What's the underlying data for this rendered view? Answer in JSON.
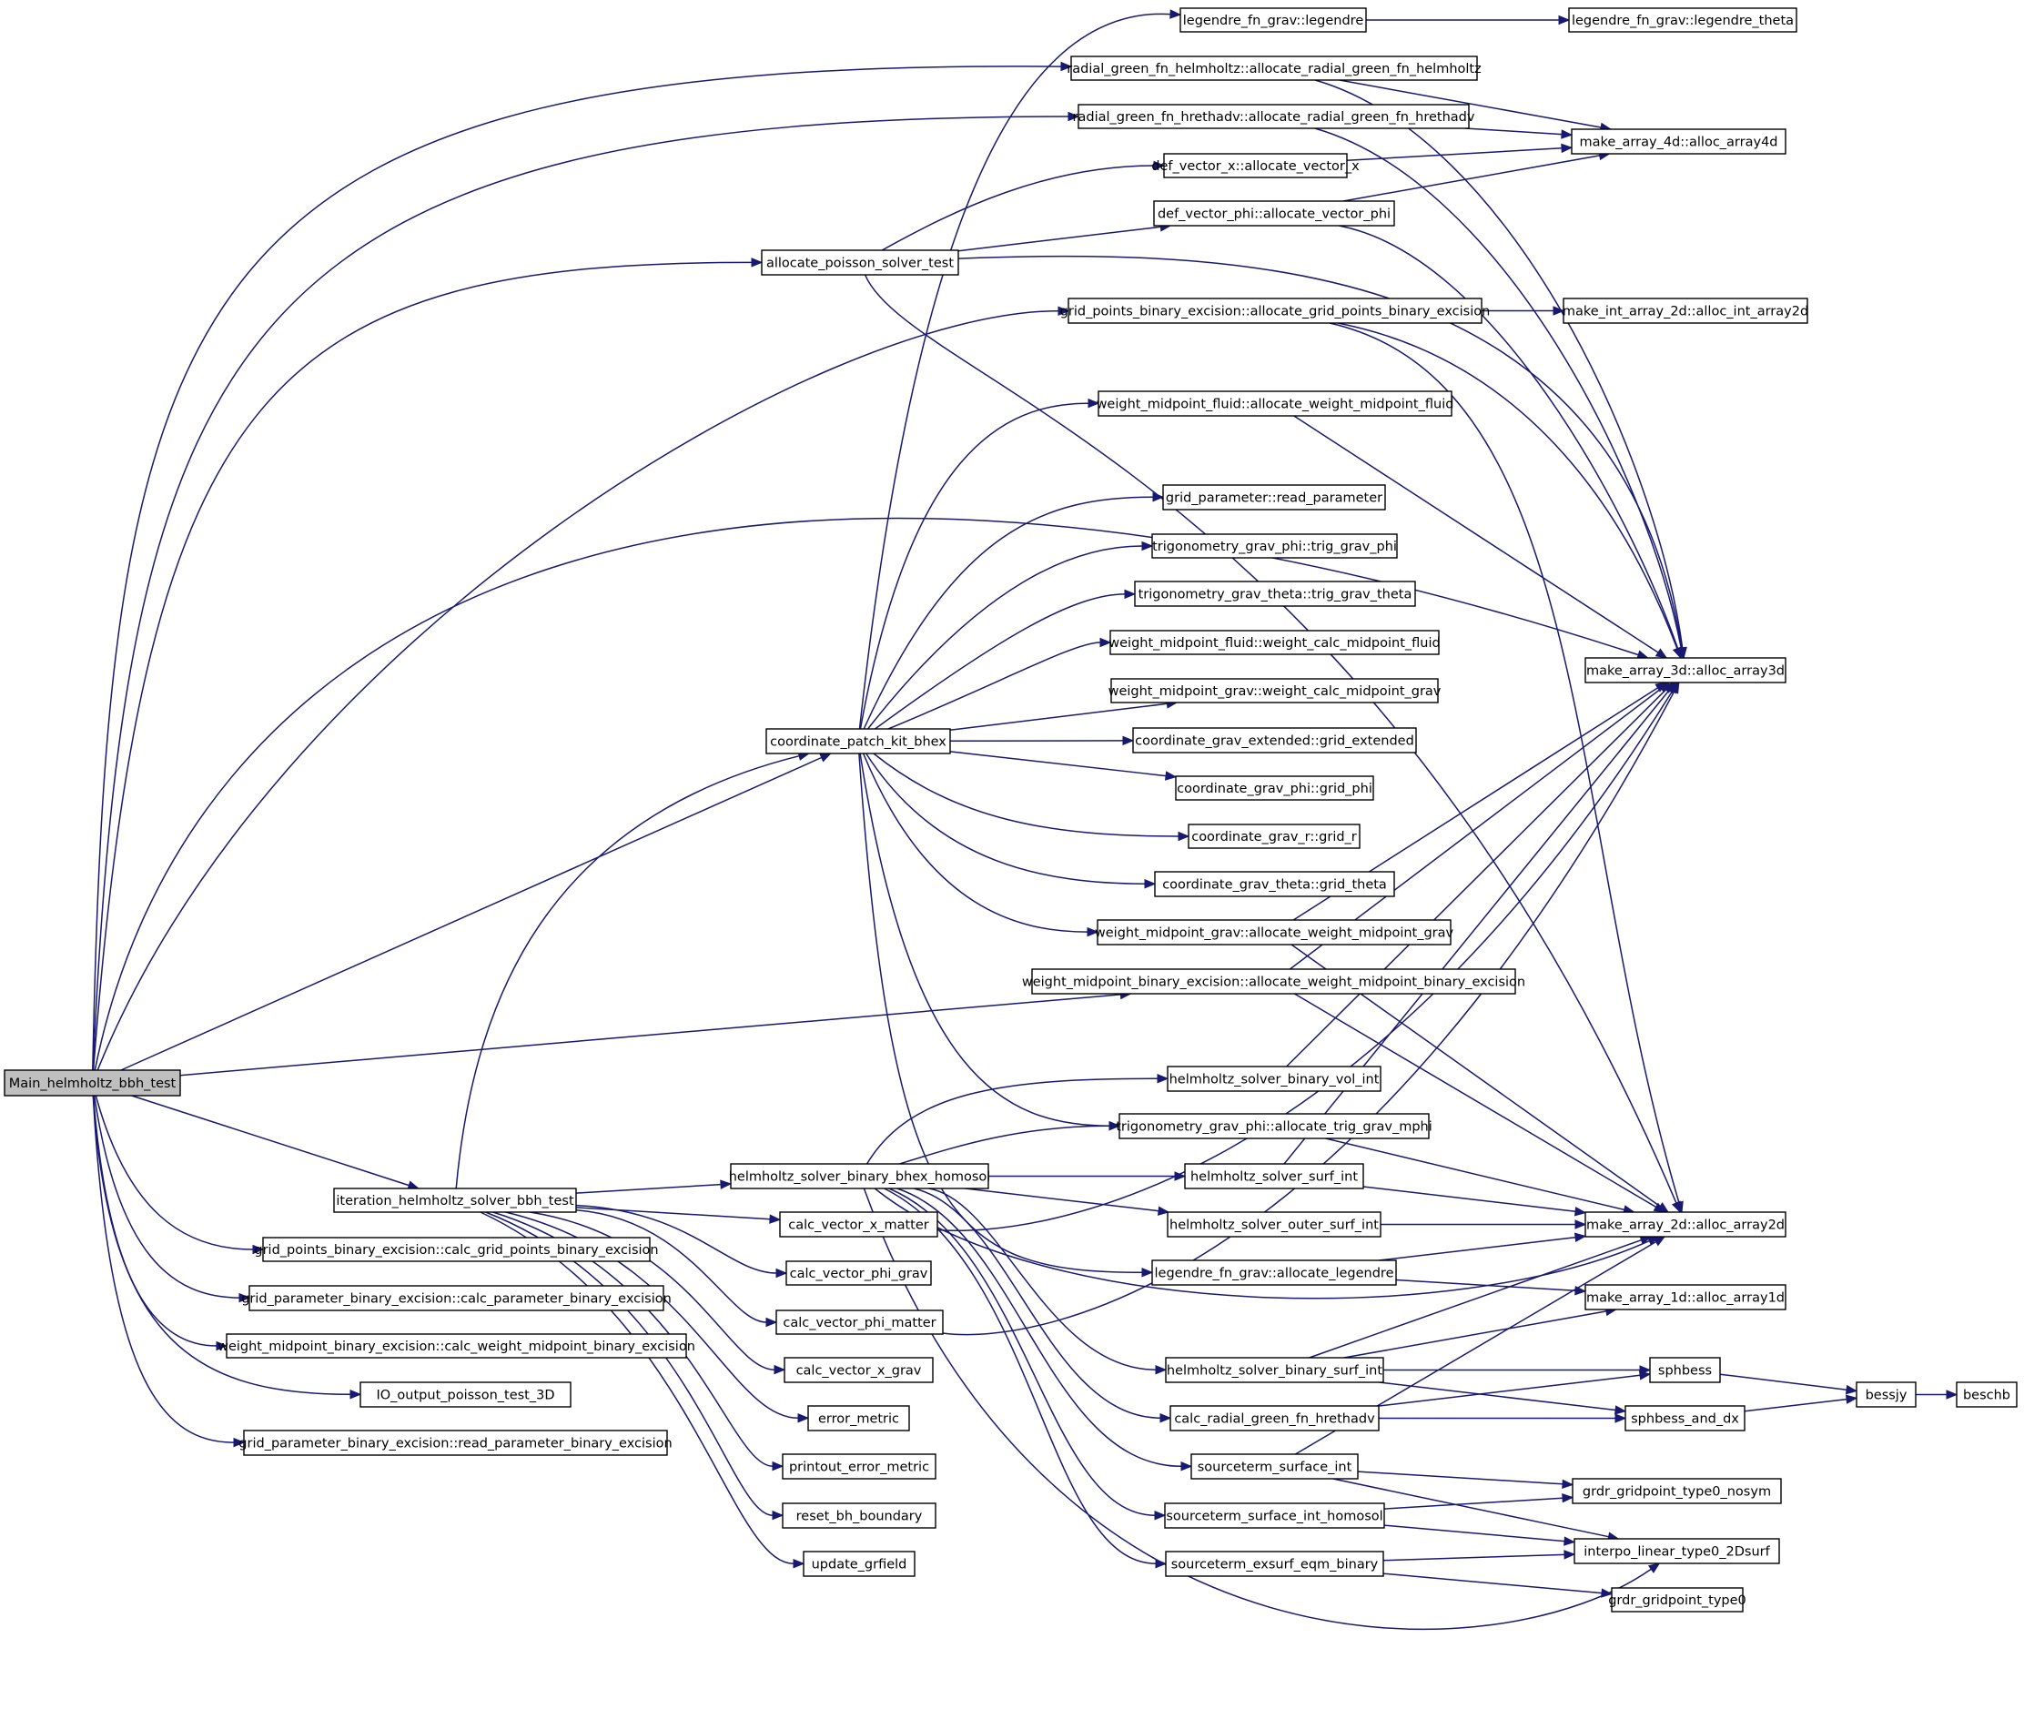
{
  "graph": {
    "nodes": [
      {
        "id": "main",
        "label": "Main_helmholtz_bbh_test",
        "root": true
      },
      {
        "id": "legendre",
        "label": "legendre_fn_grav::legendre"
      },
      {
        "id": "legendre_theta",
        "label": "legendre_fn_grav::legendre_theta"
      },
      {
        "id": "rg_helm",
        "label": "radial_green_fn_helmholtz::allocate_radial_green_fn_helmholtz"
      },
      {
        "id": "rg_hret",
        "label": "radial_green_fn_hrethadv::allocate_radial_green_fn_hrethadv"
      },
      {
        "id": "alloc4d",
        "label": "make_array_4d::alloc_array4d"
      },
      {
        "id": "vec_x",
        "label": "def_vector_x::allocate_vector_x"
      },
      {
        "id": "vec_phi",
        "label": "def_vector_phi::allocate_vector_phi"
      },
      {
        "id": "aps",
        "label": "allocate_poisson_solver_test"
      },
      {
        "id": "gpbe_alloc",
        "label": "grid_points_binary_excision::allocate_grid_points_binary_excision"
      },
      {
        "id": "int2d",
        "label": "make_int_array_2d::alloc_int_array2d"
      },
      {
        "id": "wmf_alloc",
        "label": "weight_midpoint_fluid::allocate_weight_midpoint_fluid"
      },
      {
        "id": "read_param",
        "label": "grid_parameter::read_parameter"
      },
      {
        "id": "trig_phi",
        "label": "trigonometry_grav_phi::trig_grav_phi"
      },
      {
        "id": "trig_theta",
        "label": "trigonometry_grav_theta::trig_grav_theta"
      },
      {
        "id": "alloc3d",
        "label": "make_array_3d::alloc_array3d"
      },
      {
        "id": "wmf_calc",
        "label": "weight_midpoint_fluid::weight_calc_midpoint_fluid"
      },
      {
        "id": "wmg_calc",
        "label": "weight_midpoint_grav::weight_calc_midpoint_grav"
      },
      {
        "id": "cpk",
        "label": "coordinate_patch_kit_bhex"
      },
      {
        "id": "grid_ext",
        "label": "coordinate_grav_extended::grid_extended"
      },
      {
        "id": "grid_phi",
        "label": "coordinate_grav_phi::grid_phi"
      },
      {
        "id": "grid_r",
        "label": "coordinate_grav_r::grid_r"
      },
      {
        "id": "grid_theta",
        "label": "coordinate_grav_theta::grid_theta"
      },
      {
        "id": "wmg_alloc",
        "label": "weight_midpoint_grav::allocate_weight_midpoint_grav"
      },
      {
        "id": "wmbe_alloc",
        "label": "weight_midpoint_binary_excision::allocate_weight_midpoint_binary_excision"
      },
      {
        "id": "hsbvi",
        "label": "helmholtz_solver_binary_vol_int"
      },
      {
        "id": "trig_mphi",
        "label": "trigonometry_grav_phi::allocate_trig_grav_mphi"
      },
      {
        "id": "ihs",
        "label": "iteration_helmholtz_solver_bbh_test"
      },
      {
        "id": "hsbbh",
        "label": "helmholtz_solver_binary_bhex_homosol"
      },
      {
        "id": "hssi",
        "label": "helmholtz_solver_surf_int"
      },
      {
        "id": "alloc2d",
        "label": "make_array_2d::alloc_array2d"
      },
      {
        "id": "cvxm",
        "label": "calc_vector_x_matter"
      },
      {
        "id": "hsosi",
        "label": "helmholtz_solver_outer_surf_int"
      },
      {
        "id": "cvpg",
        "label": "calc_vector_phi_grav"
      },
      {
        "id": "gpbe_calc",
        "label": "grid_points_binary_excision::calc_grid_points_binary_excision"
      },
      {
        "id": "leg_alloc",
        "label": "legendre_fn_grav::allocate_legendre"
      },
      {
        "id": "alloc1d",
        "label": "make_array_1d::alloc_array1d"
      },
      {
        "id": "gpmbe_calc",
        "label": "grid_parameter_binary_excision::calc_parameter_binary_excision"
      },
      {
        "id": "cvpm",
        "label": "calc_vector_phi_matter"
      },
      {
        "id": "wmbe_calc",
        "label": "weight_midpoint_binary_excision::calc_weight_midpoint_binary_excision"
      },
      {
        "id": "hsbsi",
        "label": "helmholtz_solver_binary_surf_int"
      },
      {
        "id": "sphbess",
        "label": "sphbess"
      },
      {
        "id": "cvxg",
        "label": "calc_vector_x_grav"
      },
      {
        "id": "bessjy",
        "label": "bessjy"
      },
      {
        "id": "beschb",
        "label": "beschb"
      },
      {
        "id": "io_out",
        "label": "IO_output_poisson_test_3D"
      },
      {
        "id": "crg",
        "label": "calc_radial_green_fn_hrethadv"
      },
      {
        "id": "sphbess_dx",
        "label": "sphbess_and_dx"
      },
      {
        "id": "err_metric",
        "label": "error_metric"
      },
      {
        "id": "gpbe_read",
        "label": "grid_parameter_binary_excision::read_parameter_binary_excision"
      },
      {
        "id": "print_err",
        "label": "printout_error_metric"
      },
      {
        "id": "ssi",
        "label": "sourceterm_surface_int"
      },
      {
        "id": "nosym",
        "label": "grdr_gridpoint_type0_nosym"
      },
      {
        "id": "reset_bh",
        "label": "reset_bh_boundary"
      },
      {
        "id": "ssih",
        "label": "sourceterm_surface_int_homosol"
      },
      {
        "id": "interpo",
        "label": "interpo_linear_type0_2Dsurf"
      },
      {
        "id": "update_gr",
        "label": "update_grfield"
      },
      {
        "id": "seeb",
        "label": "sourceterm_exsurf_eqm_binary"
      },
      {
        "id": "gp0",
        "label": "grdr_gridpoint_type0"
      }
    ]
  }
}
